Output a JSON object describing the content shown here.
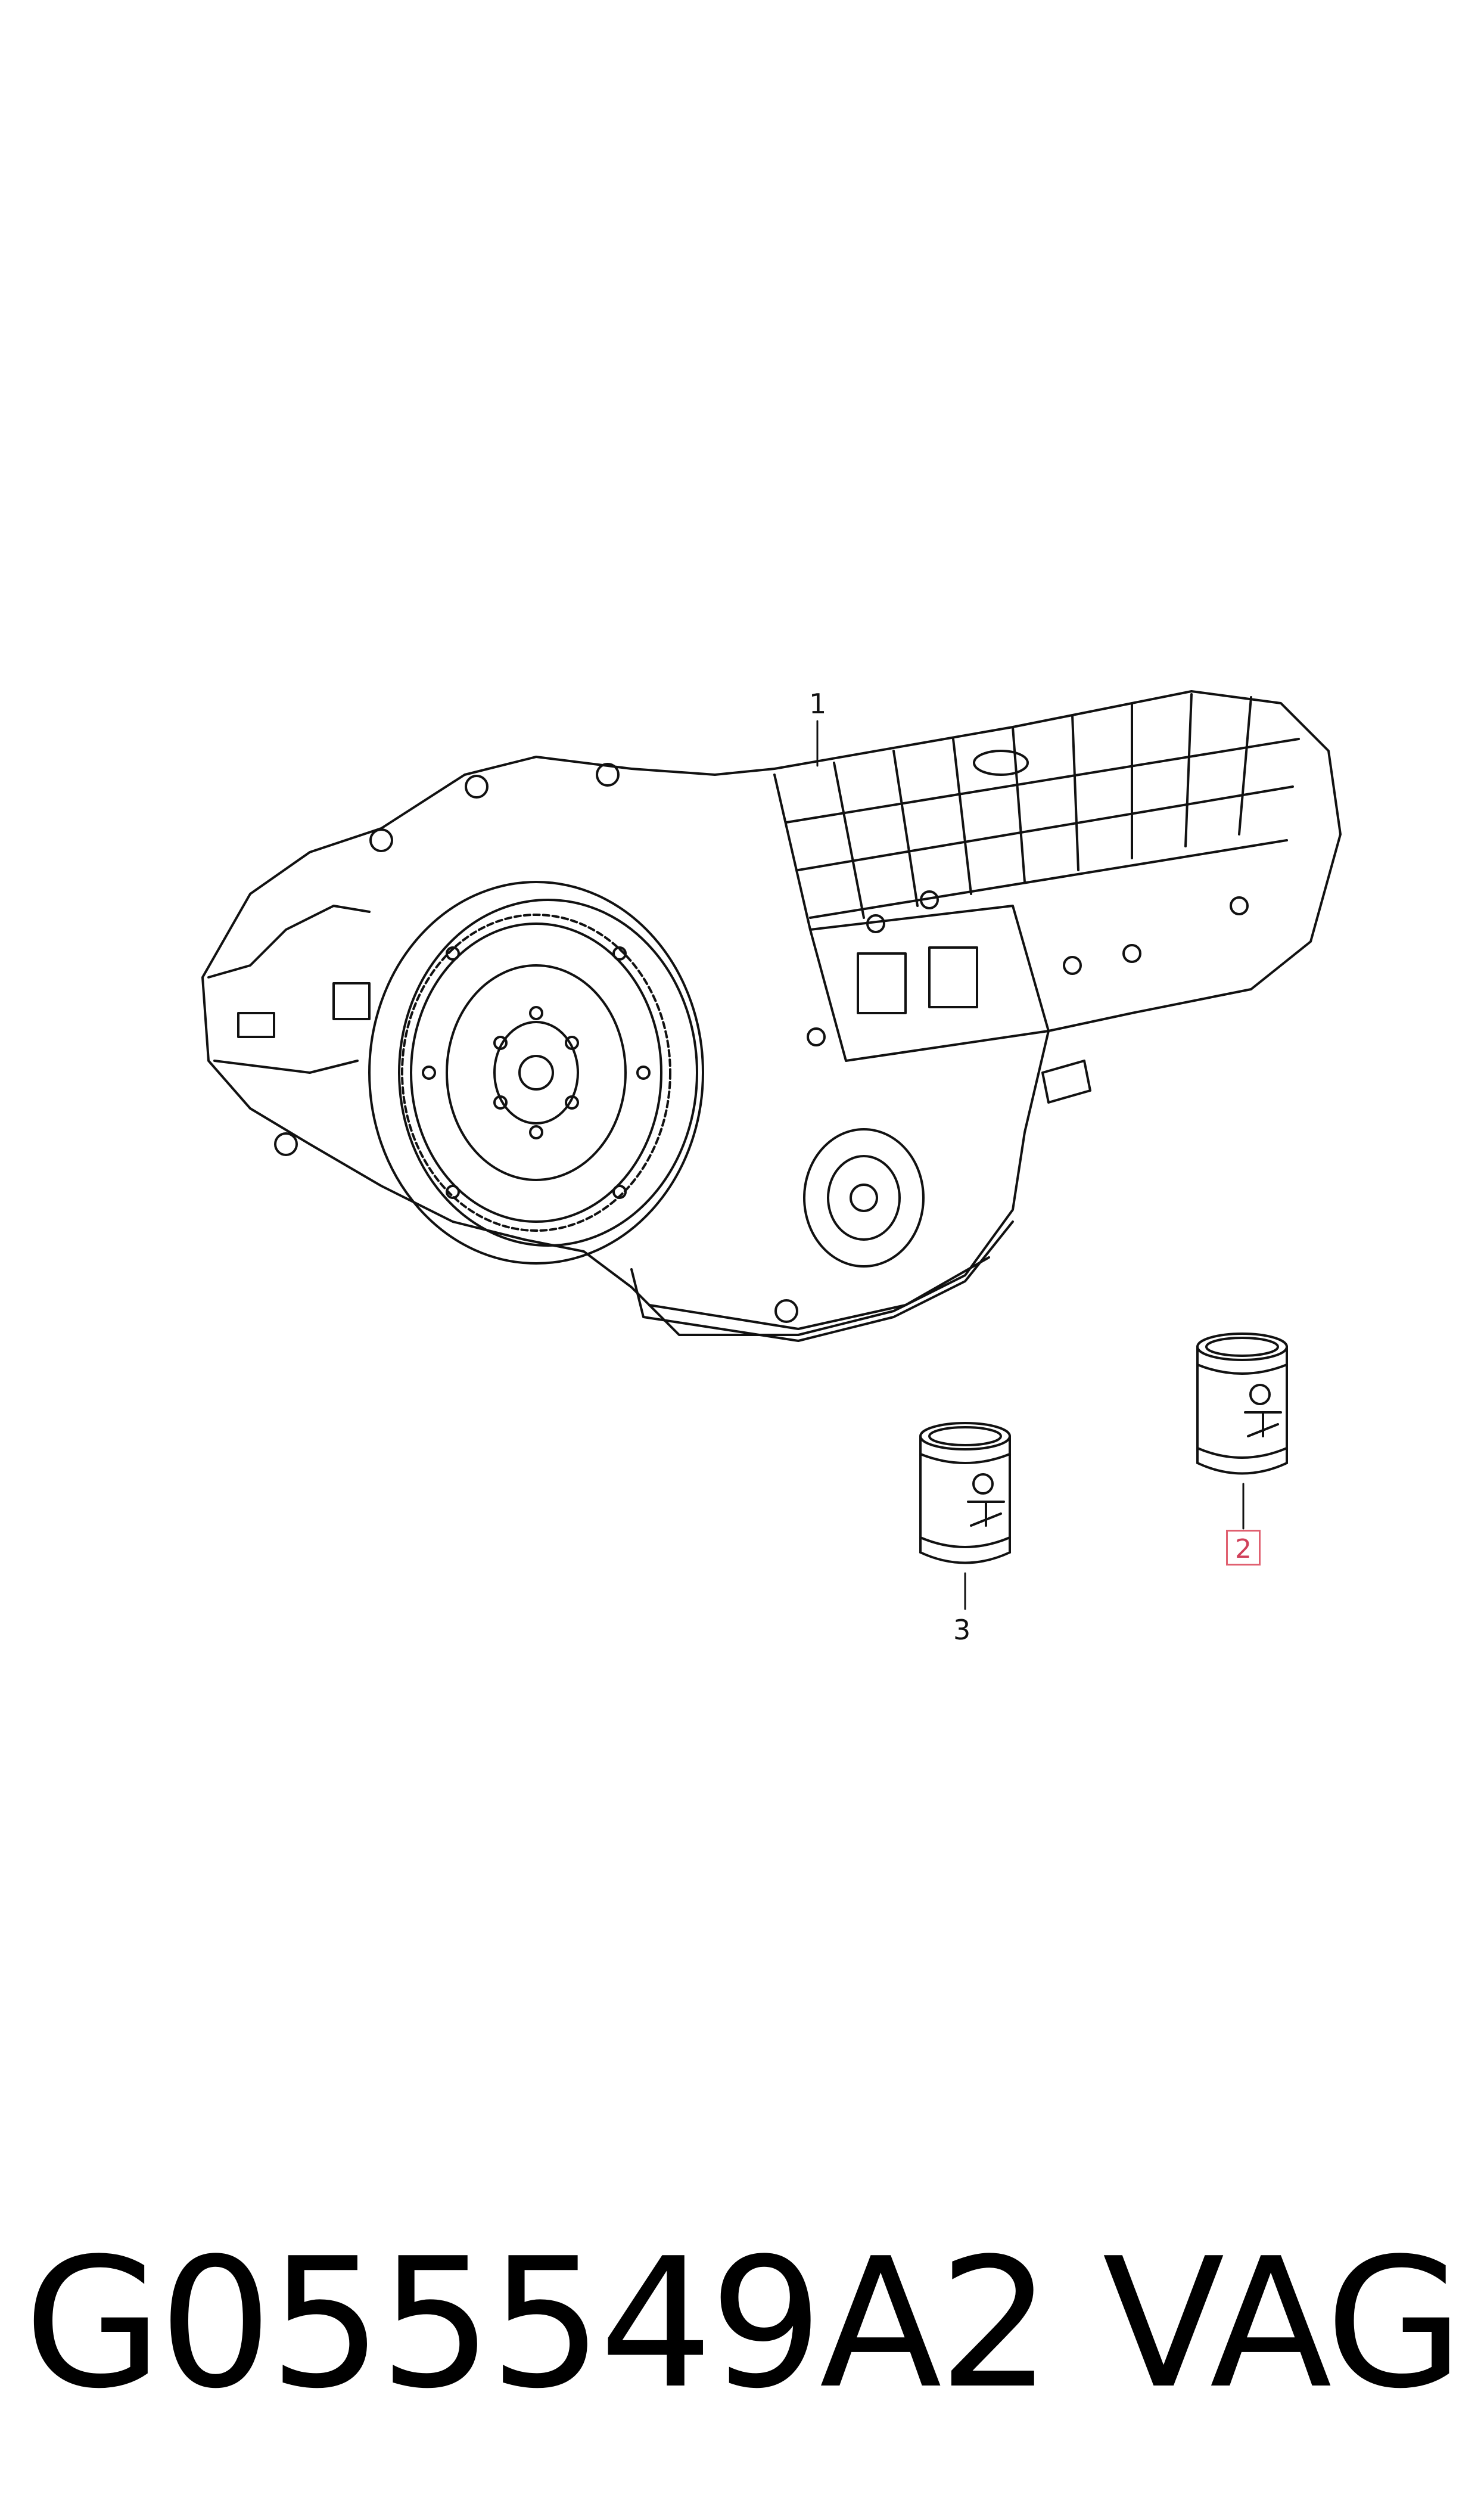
{
  "callouts": {
    "transmission": "1",
    "oil_bottle_right": "2",
    "oil_bottle_left": "3"
  },
  "footer": {
    "part_number": "G055549A2",
    "brand": "VAG"
  },
  "colors": {
    "line": "#111111",
    "highlight_border": "#e06070",
    "highlight_text": "#d0405a"
  }
}
